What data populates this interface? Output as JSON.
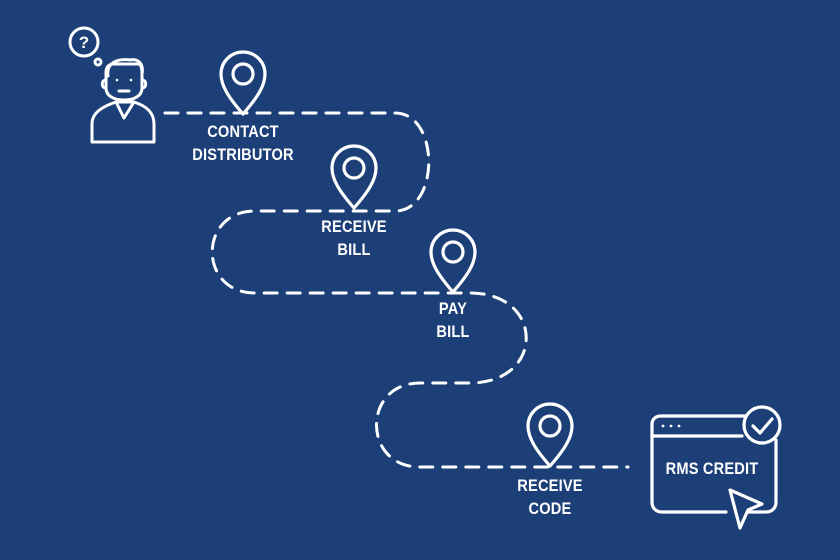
{
  "colors": {
    "background": "#1c3f78",
    "foreground": "#ffffff"
  },
  "steps": [
    {
      "line1": "CONTACT",
      "line2": "DISTRIBUTOR",
      "icon": "map-pin-icon"
    },
    {
      "line1": "RECEIVE",
      "line2": "BILL",
      "icon": "map-pin-icon"
    },
    {
      "line1": "PAY",
      "line2": "BILL",
      "icon": "map-pin-icon"
    },
    {
      "line1": "RECEIVE",
      "line2": "CODE",
      "icon": "map-pin-icon"
    }
  ],
  "start": {
    "icon": "person-icon",
    "thought_icon": "question-bubble-icon",
    "thought_text": "?"
  },
  "end": {
    "label": "RMS CREDIT",
    "icon": "browser-window-icon",
    "badge_icon": "checkmark-circle-icon",
    "cursor_icon": "cursor-arrow-icon"
  }
}
